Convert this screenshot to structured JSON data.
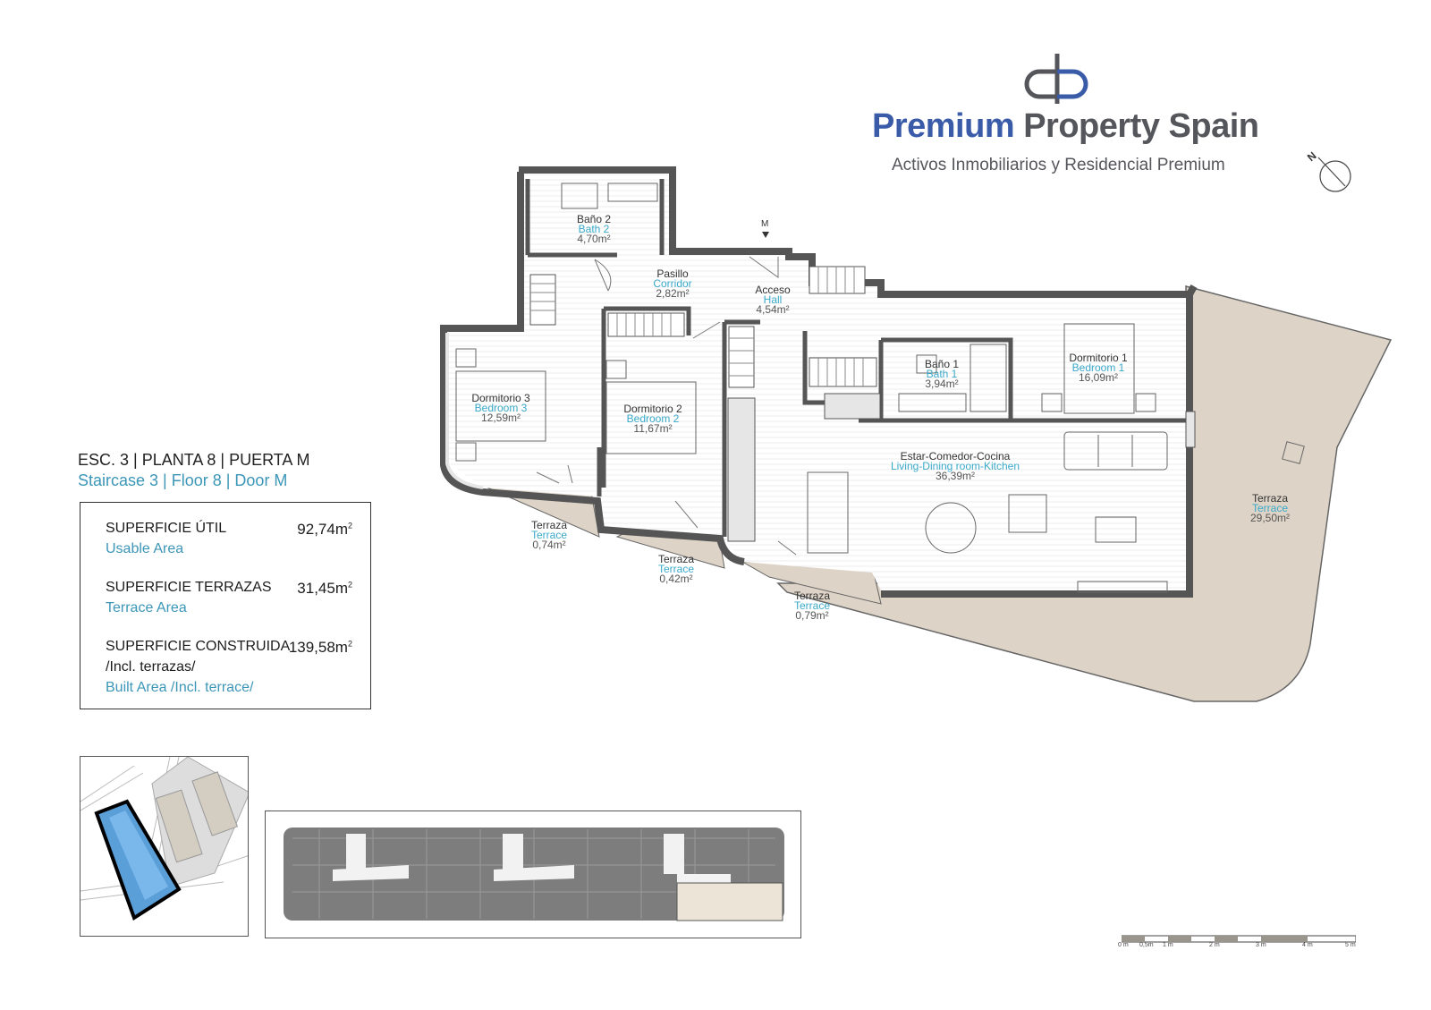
{
  "brand": {
    "name_part1": "Premium",
    "name_part2": "Property Spain",
    "tagline": "Activos Inmobiliarios y Residencial Premium"
  },
  "unit": {
    "title_es": "ESC. 3 | PLANTA 8 | PUERTA M",
    "title_en": "Staircase 3 | Floor 8 | Door M"
  },
  "areas": {
    "usable_es": "SUPERFICIE ÚTIL",
    "usable_en": "Usable Area",
    "usable_value": "92,74m",
    "terrace_es": "SUPERFICIE TERRAZAS",
    "terrace_en": "Terrace Area",
    "terrace_value": "31,45m",
    "built_es": "SUPERFICIE CONSTRUIDA",
    "built_es2": "/Incl. terrazas/",
    "built_en": "Built Area /Incl. terrace/",
    "built_value": "139,58m",
    "unit_sup": "2"
  },
  "rooms": {
    "bath2": {
      "es": "Baño 2",
      "en": "Bath 2",
      "area": "4,70m²"
    },
    "corridor": {
      "es": "Pasillo",
      "en": "Corridor",
      "area": "2,82m²"
    },
    "hall": {
      "es": "Acceso",
      "en": "Hall",
      "area": "4,54m²"
    },
    "bath1": {
      "es": "Baño 1",
      "en": "Bath 1",
      "area": "3,94m²"
    },
    "bedroom1": {
      "es": "Dormitorio 1",
      "en": "Bedroom 1",
      "area": "16,09m²"
    },
    "bedroom3": {
      "es": "Dormitorio 3",
      "en": "Bedroom 3",
      "area": "12,59m²"
    },
    "bedroom2": {
      "es": "Dormitorio 2",
      "en": "Bedroom 2",
      "area": "11,67m²"
    },
    "living": {
      "es": "Estar-Comedor-Cocina",
      "en": "Living-Dining room-Kitchen",
      "area": "36,39m²"
    },
    "terrace_big": {
      "es": "Terraza",
      "en": "Terrace",
      "area": "29,50m²"
    },
    "terrace_a": {
      "es": "Terraza",
      "en": "Terrace",
      "area": "0,74m²"
    },
    "terrace_b": {
      "es": "Terraza",
      "en": "Terrace",
      "area": "0,42m²"
    },
    "terrace_c": {
      "es": "Terraza",
      "en": "Terrace",
      "area": "0,79m²"
    }
  },
  "door_mark": "M",
  "north_mark": "N",
  "scale": {
    "labels": [
      "0 m",
      "0,5m",
      "1 m",
      "2 m",
      "3 m",
      "4 m",
      "5 m"
    ]
  },
  "colors": {
    "brand_blue": "#3a5ba8",
    "brand_grey": "#55565b",
    "label_cyan": "#3aa9c9",
    "terrace_fill": "#ddd3c6",
    "wall_fill": "#e6e6e6",
    "map_blue": "#5b9fd8"
  }
}
